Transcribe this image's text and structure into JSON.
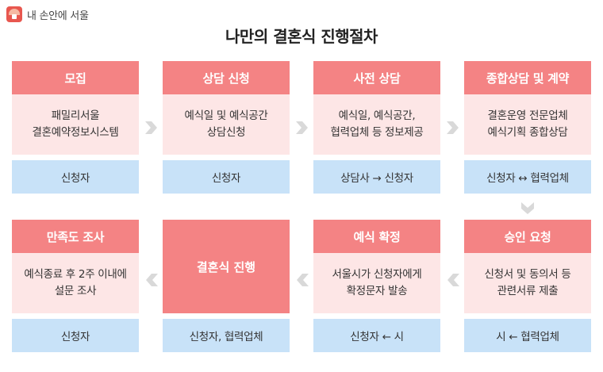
{
  "logo": {
    "text": "내 손안에 서울"
  },
  "title": "나만의 결혼식 진행절차",
  "row1": [
    {
      "head": "모집",
      "body": "패밀리서울\n결혼예약정보시스템",
      "foot": "신청자"
    },
    {
      "head": "상담 신청",
      "body": "예식일 및 예식공간\n상담신청",
      "foot": "신청자"
    },
    {
      "head": "사전 상담",
      "body": "예식일, 예식공간,\n협력업체 등 정보제공",
      "foot": "상담사 → 신청자"
    },
    {
      "head": "종합상담 및 계약",
      "body": "결혼운영 전문업체\n예식기획 종합상담",
      "foot": "신청자 ↔ 협력업체"
    }
  ],
  "row2": [
    {
      "head": "만족도 조사",
      "body": "예식종료 후 2주 이내에\n설문 조사",
      "foot": "신청자"
    },
    {
      "big": "결혼식 진행",
      "foot": "신청자, 협력업체"
    },
    {
      "head": "예식 확정",
      "body": "서울시가 신청자에게\n확정문자 발송",
      "foot": "신청자 ← 시"
    },
    {
      "head": "승인 요청",
      "body": "신청서 및 동의서 등\n관련서류 제출",
      "foot": "시 ← 협력업체"
    }
  ],
  "colors": {
    "head": "#f48384",
    "body": "#fde6e6",
    "foot": "#c8e2f8",
    "arrow": "#d9d9d9"
  }
}
